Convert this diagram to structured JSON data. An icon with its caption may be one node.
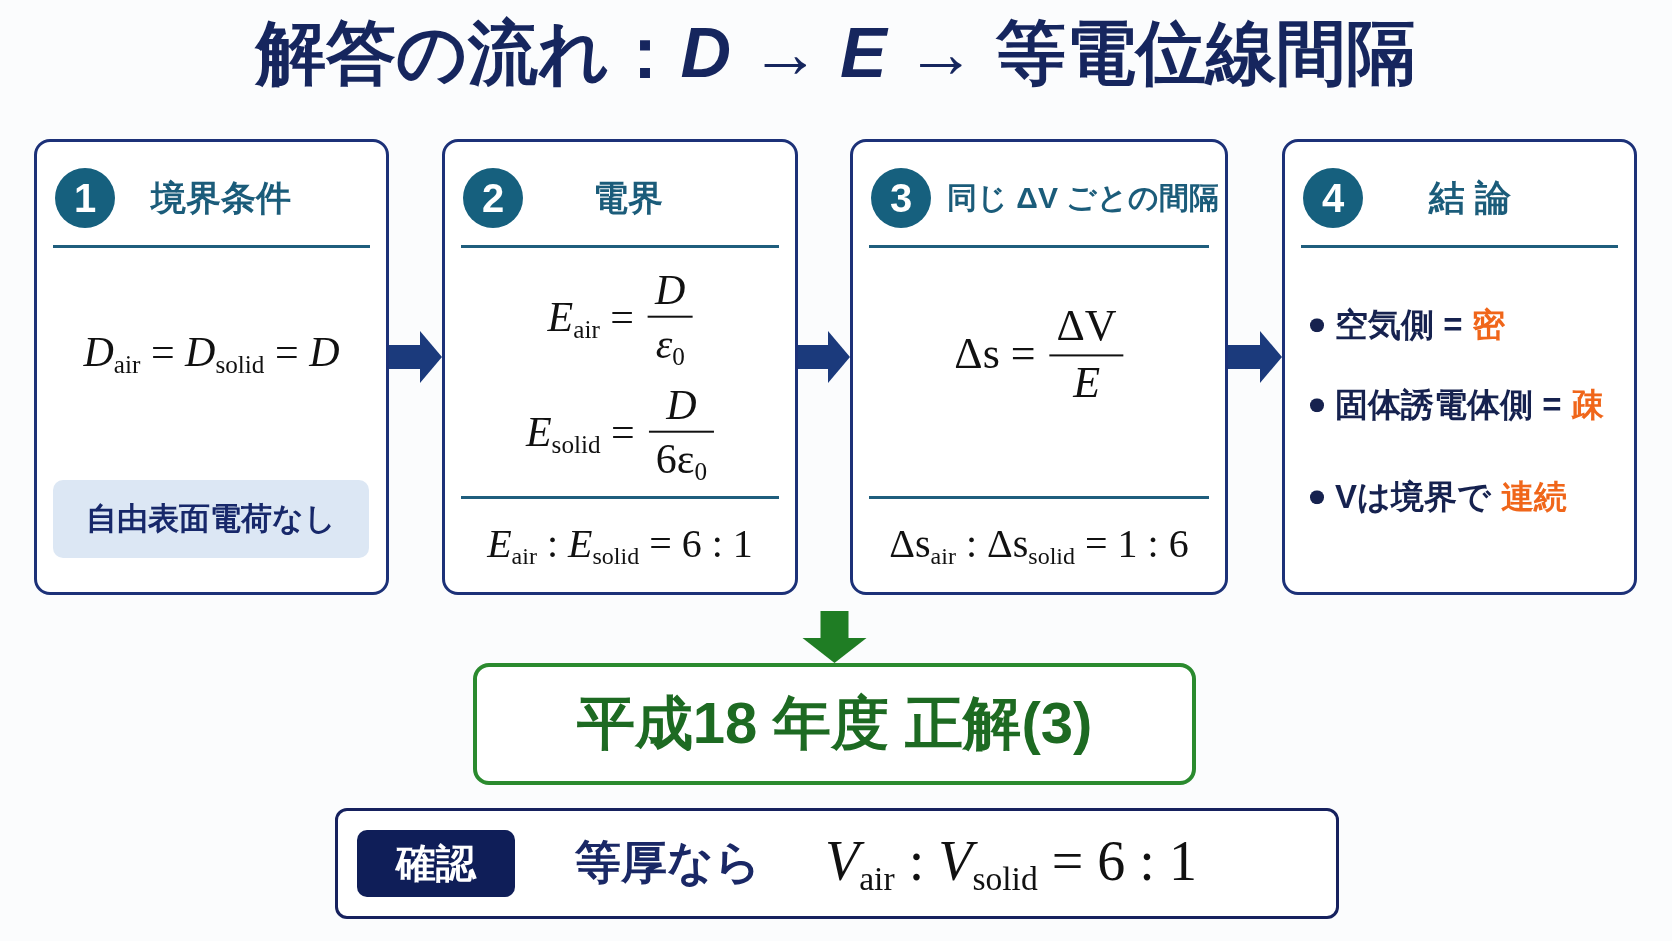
{
  "diagram": {
    "title": "解答の流れ：*D* → *E* → 等電位線間隔",
    "nodes": [
      {
        "text": [
          "境界条件",
          "*D*$_{air}$ = *D*$_{solid}$ = *D*"
        ]
      },
      {
        "text": [
          "1"
        ],
        "in": 0
      },
      {
        "text": [
          "自由表面電荷なし"
        ],
        "in": 0
      },
      {
        "text": [
          "電界",
          "*E*$_{air}$ =",
          "*D*",
          "*ε*$_{0}$",
          "*E*$_{solid}$ =",
          "*D*",
          "6ε$_{0}$",
          "*E*$_{air}$ : *E*$_{solid}$ = 6 : 1"
        ]
      },
      {
        "text": [
          "2"
        ],
        "in": 3
      },
      {
        "text": [
          "同じ ΔV ごとの間隔",
          "Δs =",
          "ΔV",
          "*E*",
          "Δs$_{air}$ : Δs$_{solid}$ = 1 : 6"
        ]
      },
      {
        "text": [
          "3"
        ],
        "in": 5
      },
      {
        "text": [
          "結 論",
          "空気側 =",
          "密",
          "固体誘電体側 =",
          "疎",
          "Vは境界で",
          "連続"
        ]
      },
      {
        "text": [
          "4"
        ],
        "in": 7
      },
      {
        "text": [
          "平成18 年度 正解(3)"
        ]
      },
      {
        "text": [
          "等厚なら",
          "*V*$_{air}$ : *V*$_{solid}$ = 6 : 1"
        ]
      },
      {
        "text": [
          "確認"
        ],
        "in": 10
      }
    ],
    "edges": [
      {
        "from": 0,
        "to": 3,
        "arrow": "to"
      },
      {
        "from": 3,
        "to": 5,
        "arrow": "to"
      },
      {
        "from": 5,
        "to": 7,
        "arrow": "to"
      },
      {
        "from": null,
        "to": 9,
        "arrow": "to",
        "color": "#1f7d24"
      }
    ]
  }
}
